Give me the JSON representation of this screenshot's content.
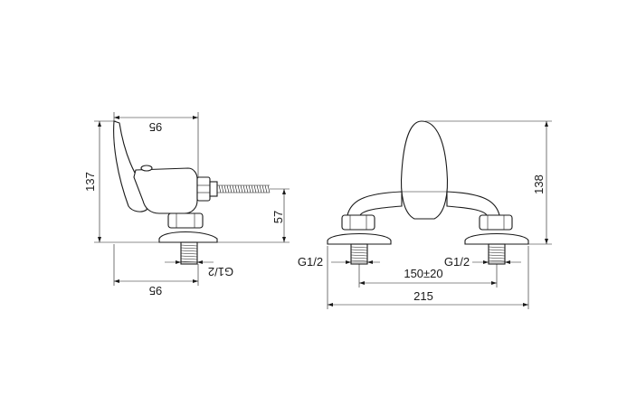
{
  "side_view": {
    "dim_top_width": "95",
    "dim_height": "137",
    "dim_outlet_height": "57",
    "dim_thread": "G1/2",
    "dim_bottom_width": "95"
  },
  "front_view": {
    "dim_height": "138",
    "dim_thread_left": "G1/2",
    "dim_thread_right": "G1/2",
    "dim_centers": "150±20",
    "dim_overall_width": "215"
  }
}
